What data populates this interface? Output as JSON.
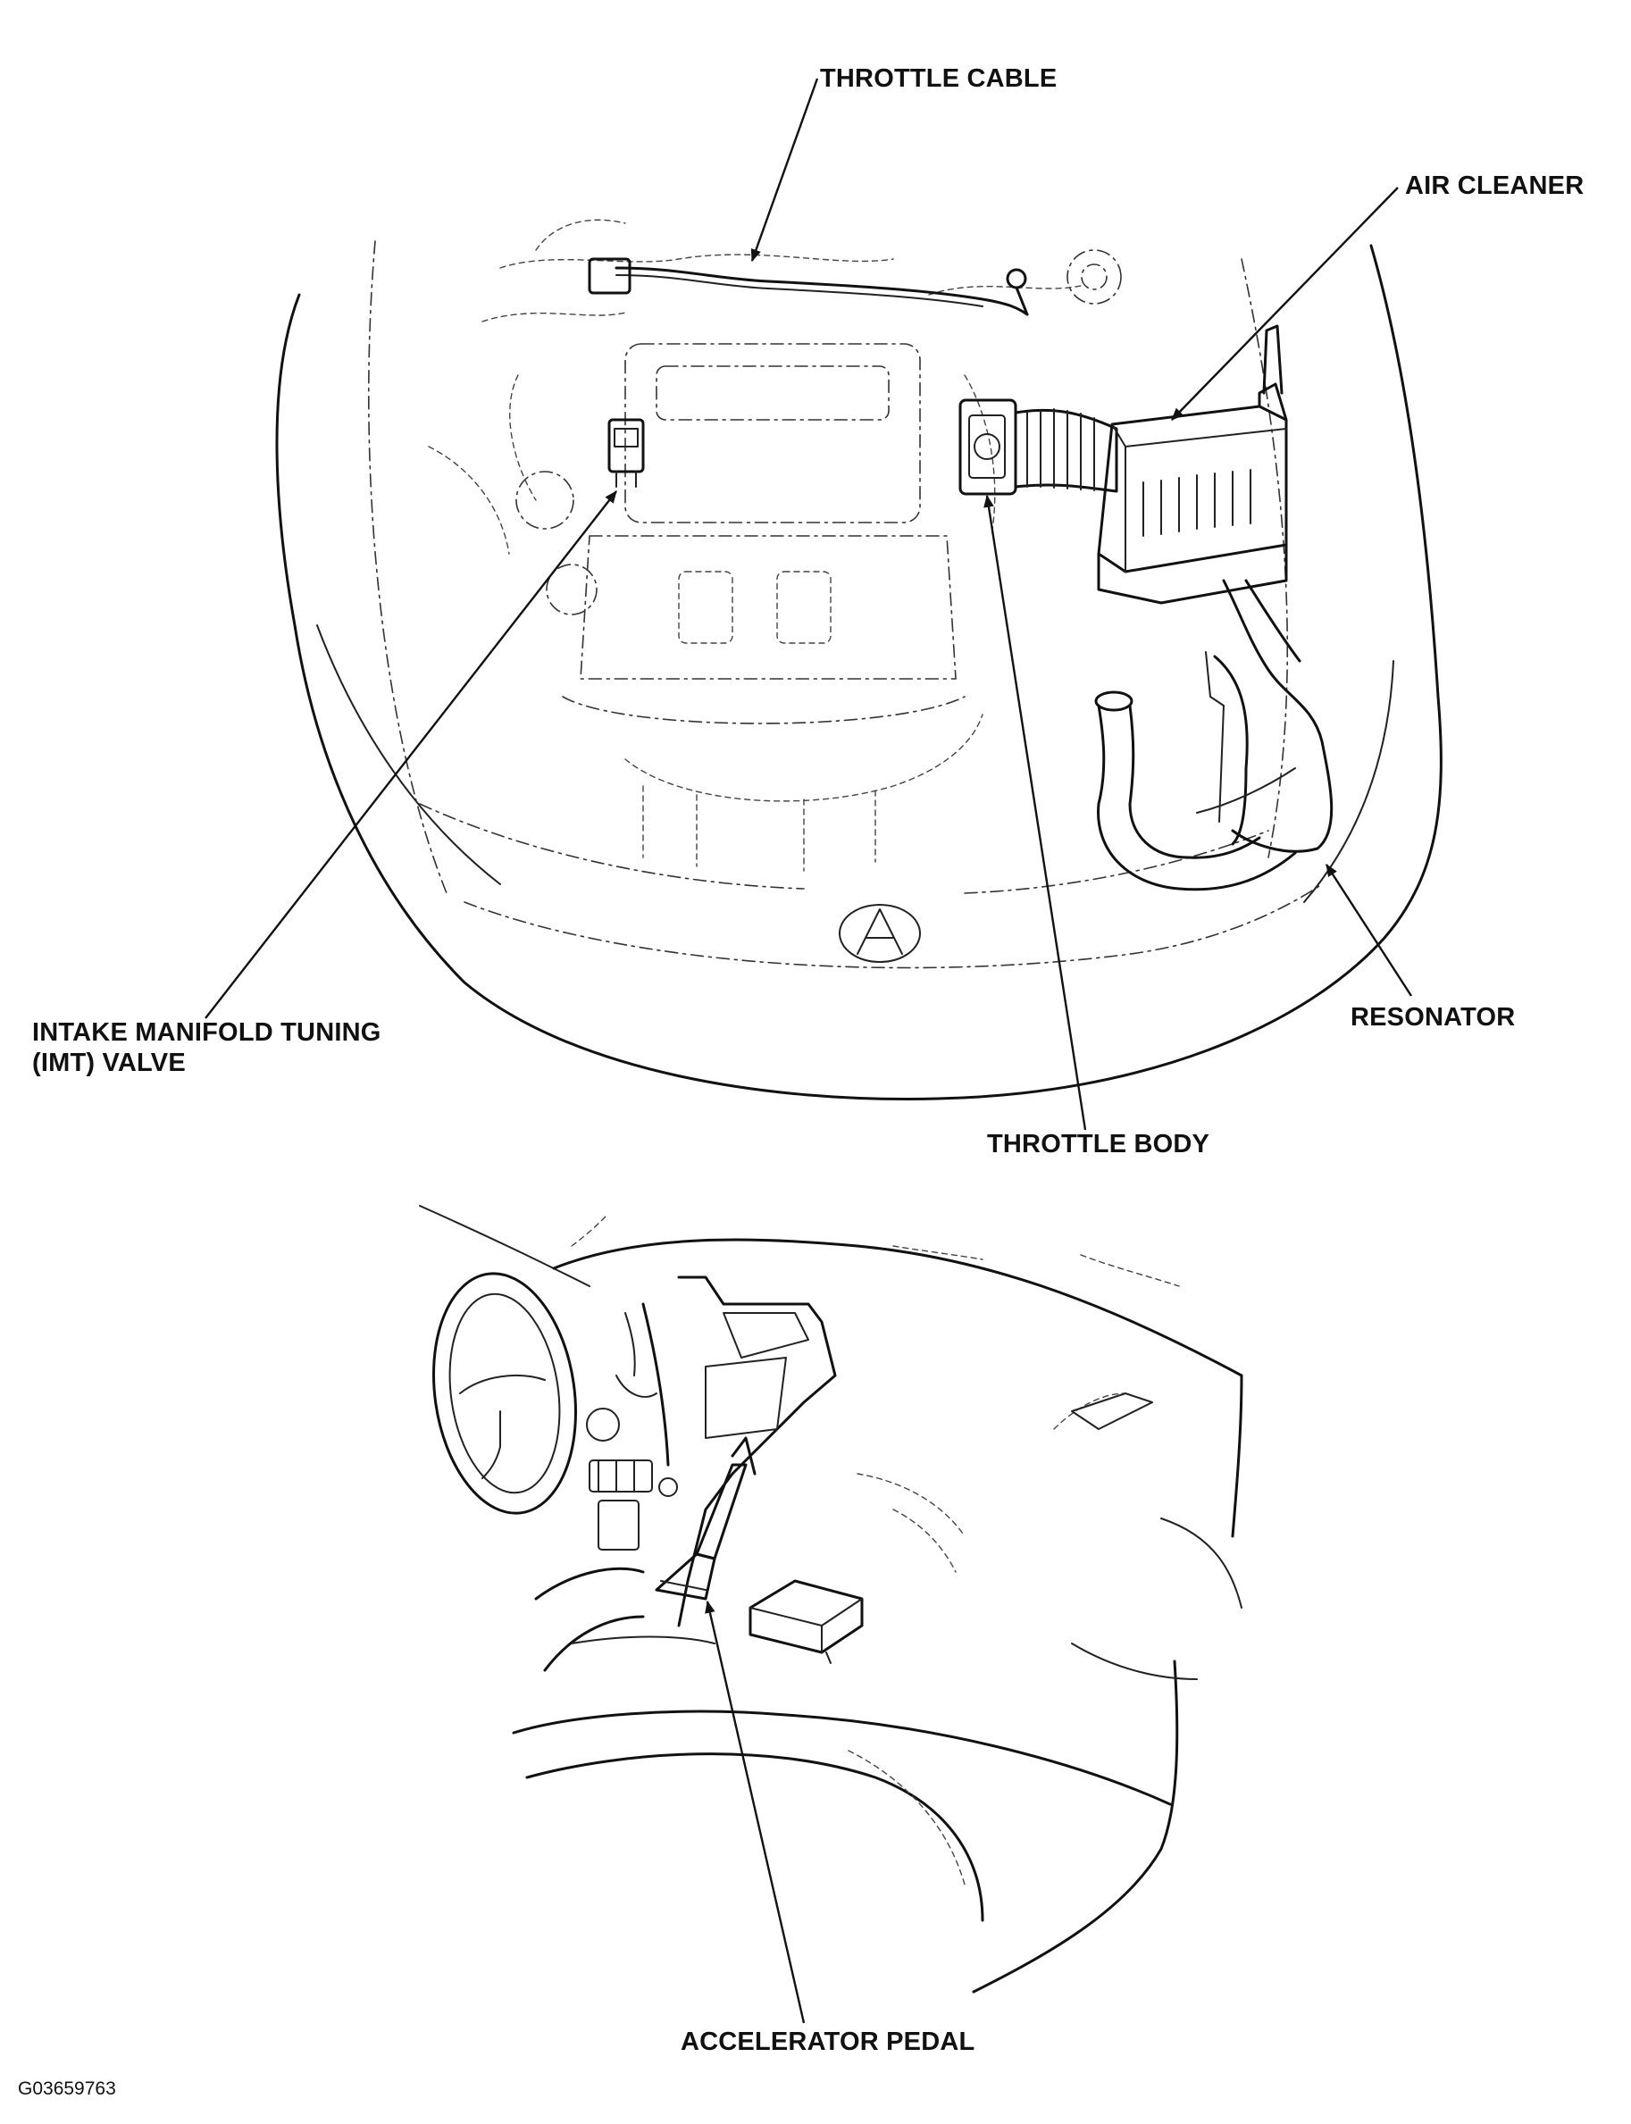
{
  "engine_view": {
    "labels": {
      "throttle_cable": "THROTTLE CABLE",
      "air_cleaner": "AIR CLEANER",
      "imt_valve_line1": "INTAKE MANIFOLD TUNING",
      "imt_valve_line2": "(IMT) VALVE",
      "resonator": "RESONATOR",
      "throttle_body": "THROTTLE BODY"
    }
  },
  "cabin_view": {
    "labels": {
      "accelerator_pedal": "ACCELERATOR PEDAL"
    }
  },
  "figure_code": "G03659763"
}
